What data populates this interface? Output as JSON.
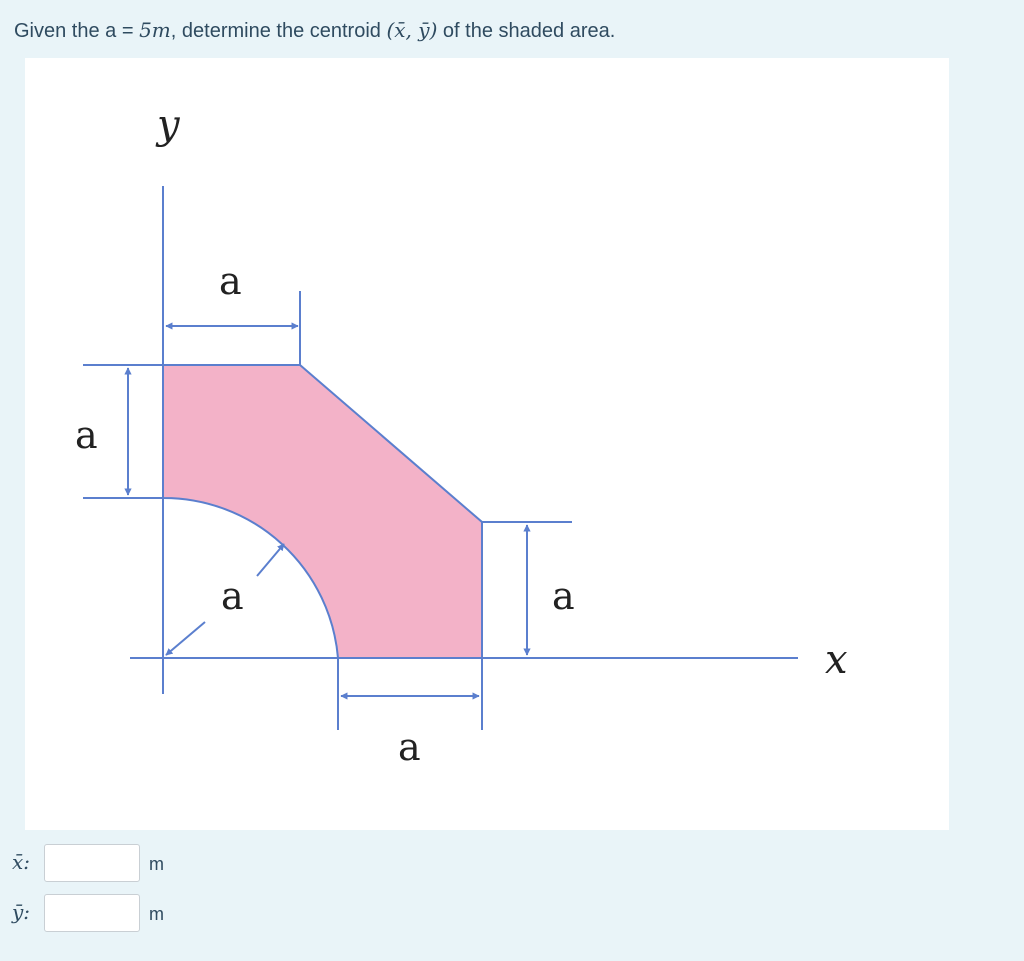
{
  "question": {
    "prefix": "Given the a = ",
    "given_value": "5m",
    "middle": ", determine the centroid ",
    "symbol": "(x̄, ȳ)",
    "suffix": " of the shaded area."
  },
  "figure": {
    "y_axis_label": "y",
    "x_axis_label": "x",
    "dimension_top_width": "a",
    "dimension_left_height": "a",
    "dimension_radius": "a",
    "dimension_right_height": "a",
    "dimension_bottom_width": "a",
    "colors": {
      "shaded_area": "#f3b2c8",
      "lines": "#5b7fce"
    }
  },
  "answers": {
    "x_label": "x̄:",
    "y_label": "ȳ:",
    "x_value": "",
    "y_value": "",
    "unit_x": "m",
    "unit_y": "m"
  }
}
